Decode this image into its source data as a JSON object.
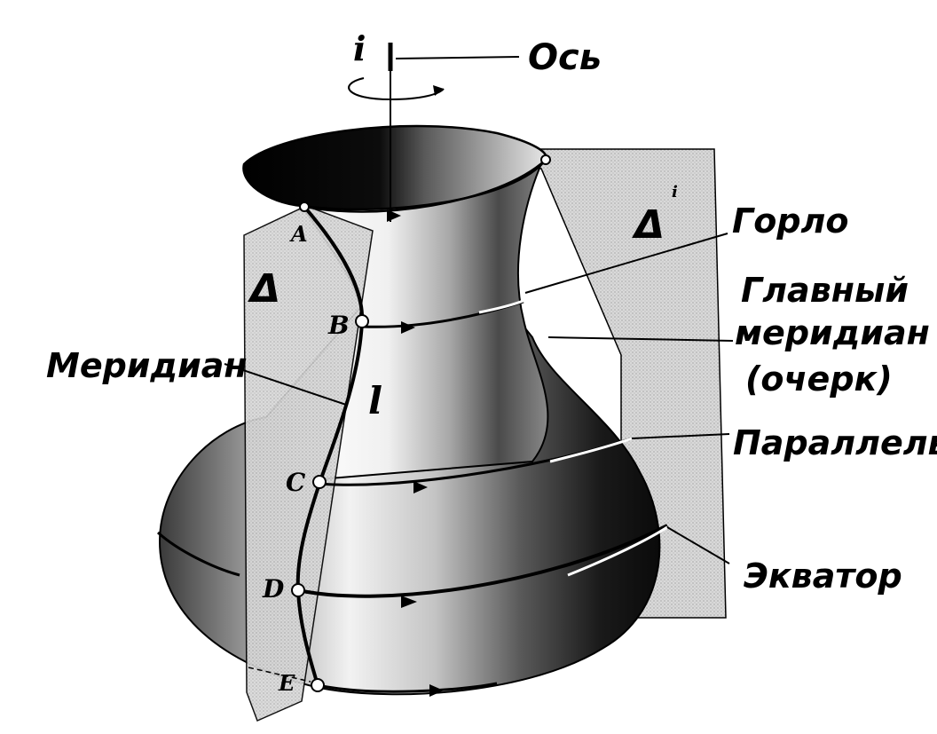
{
  "axis": {
    "letter": "i",
    "label": "Ось"
  },
  "planes": {
    "front": "Δ",
    "back": "Δ",
    "back_superscript": "i"
  },
  "curve_label": "l",
  "points": [
    "A",
    "B",
    "C",
    "D",
    "E"
  ],
  "callouts": {
    "throat": "Горло",
    "main_meridian_1": "Главный",
    "main_meridian_2": "меридиан",
    "main_meridian_3": "(очерк)",
    "meridian": "Меридиан",
    "parallel": "Параллель",
    "equator": "Экватор"
  }
}
